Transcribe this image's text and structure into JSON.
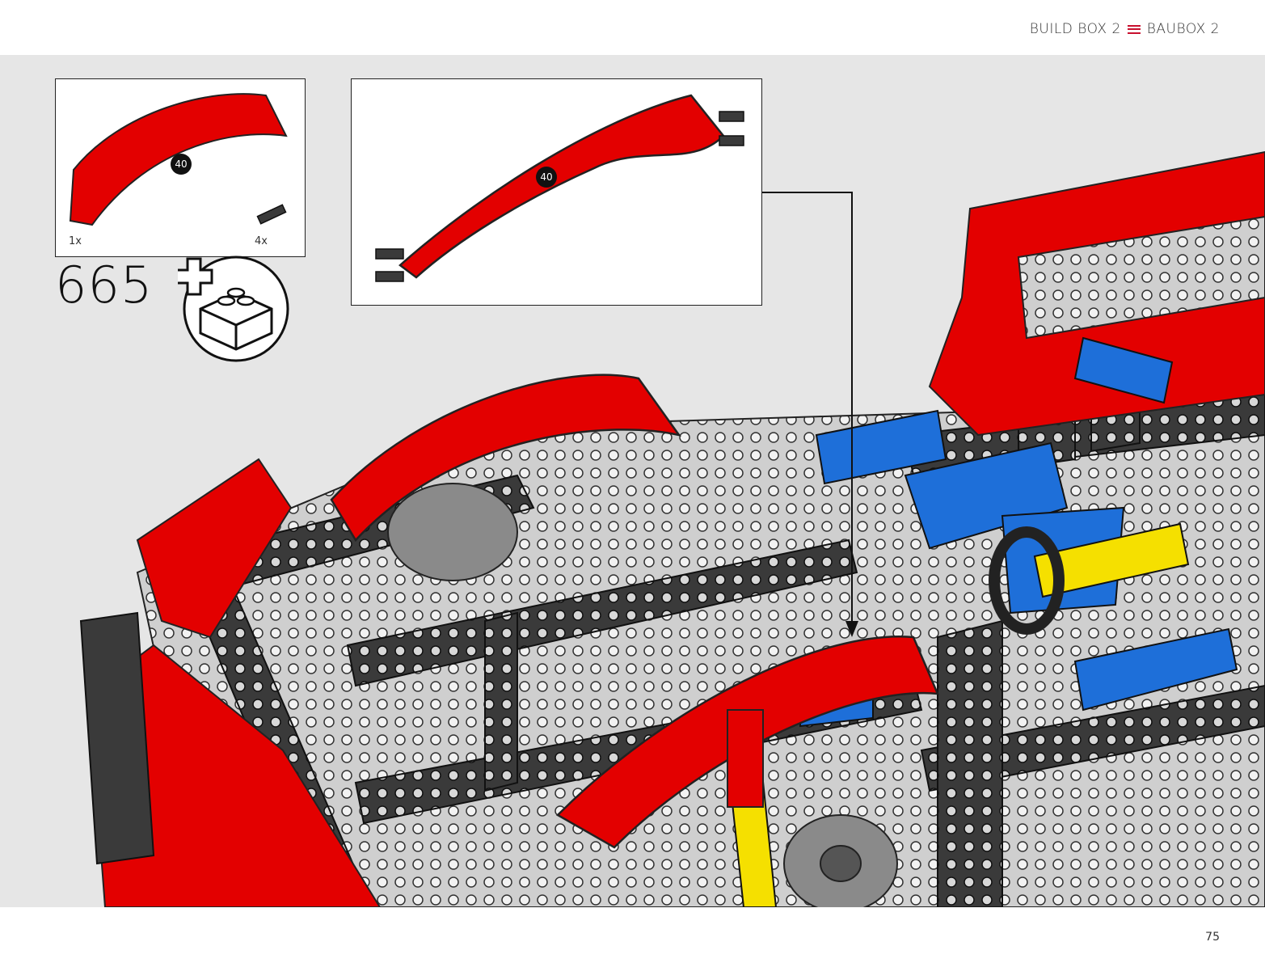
{
  "header": {
    "build_box_label_en": "BUILD BOX 2",
    "build_box_label_de": "BAUBOX 2",
    "accent_color": "#c8102e"
  },
  "step": {
    "number": "665"
  },
  "parts_list": [
    {
      "name": "red-curved-panel",
      "quantity": "1x",
      "callout_number": "40",
      "color": "#e30000"
    },
    {
      "name": "black-friction-pin",
      "quantity": "4x"
    }
  ],
  "callout": {
    "part_number": "40"
  },
  "icons": [
    "add-new-bag-icon",
    "arrow-down-icon"
  ],
  "footer": {
    "page_number": "75"
  }
}
